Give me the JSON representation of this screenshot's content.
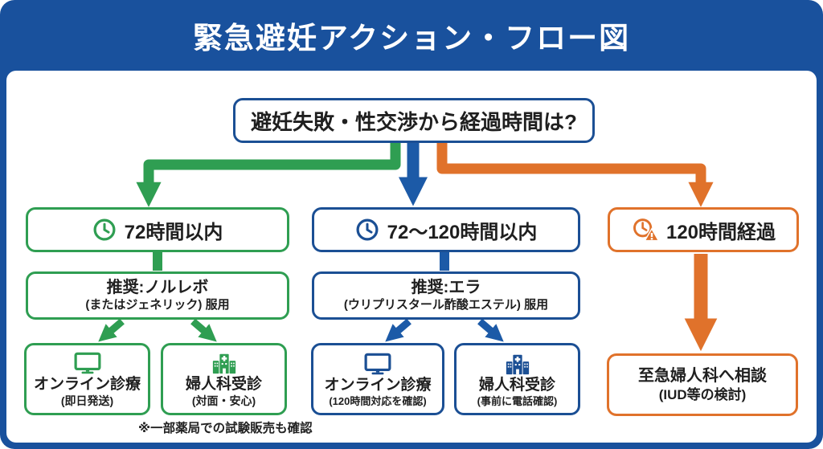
{
  "title": "緊急避妊アクション・フロー図",
  "question": "避妊失敗・性交渉から経過時間は?",
  "green_branch": {
    "time": "72時間以内",
    "time_icon": "clock-icon",
    "rec1": "推奨:ノルレボ",
    "rec2": "(またはジェネリック) 服用",
    "opt1_title": "オンライン診療",
    "opt1_note": "(即日発送)",
    "opt1_icon": "monitor-icon",
    "opt2_title": "婦人科受診",
    "opt2_note": "(対面・安心)",
    "opt2_icon": "hospital-icon"
  },
  "blue_branch": {
    "time": "72〜120時間以内",
    "time_icon": "clock-icon",
    "rec1": "推奨:エラ",
    "rec2": "(ウリプリスタール酢酸エステル) 服用",
    "opt1_title": "オンライン診療",
    "opt1_note": "(120時間対応を確認)",
    "opt1_icon": "monitor-icon",
    "opt2_title": "婦人科受診",
    "opt2_note": "(事前に電話確認)",
    "opt2_icon": "hospital-icon"
  },
  "orange_branch": {
    "time": "120時間経過",
    "time_icon": "clock-alert-icon",
    "action1": "至急婦人科へ相談",
    "action2": "(IUD等の検討)"
  },
  "footnote": "※一部薬局での試験販売も確認",
  "colors": {
    "header_blue": "#19519d",
    "navy_border": "#1b4f94",
    "blue_arrow": "#1c5aa7",
    "green": "#2f9e52",
    "orange": "#e0722b"
  }
}
